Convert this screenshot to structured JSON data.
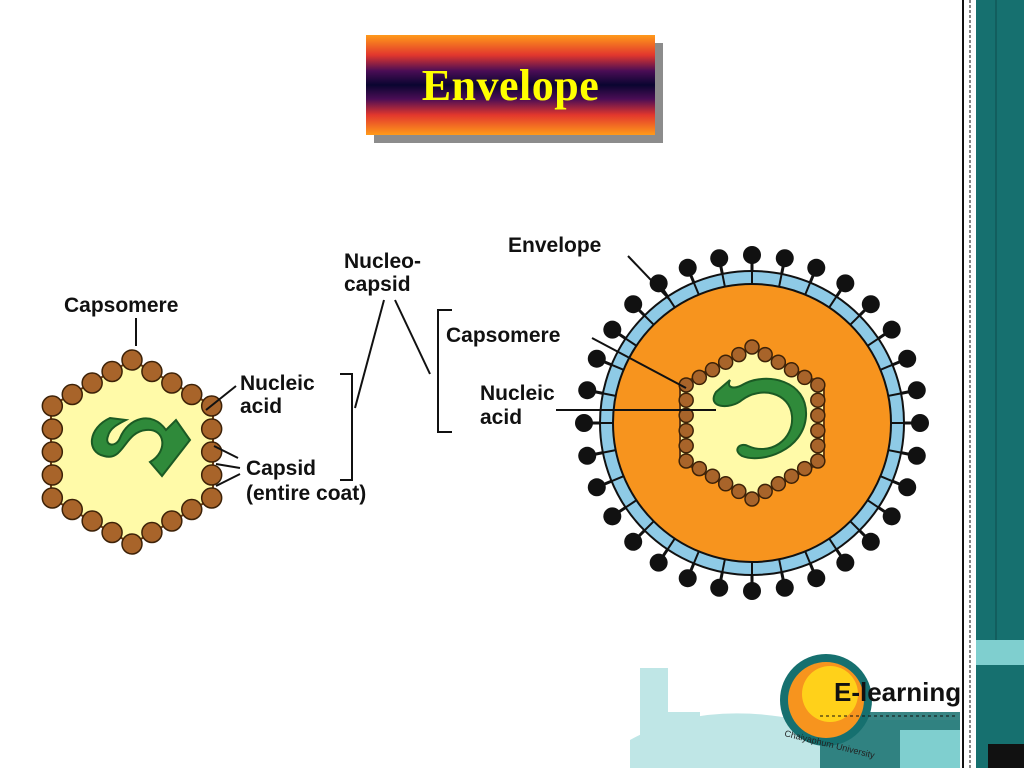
{
  "slide": {
    "title": "Envelope"
  },
  "diagram": {
    "left_virus": {
      "label_capsomere": "Capsomere",
      "label_nucleic_1": "Nucleic",
      "label_nucleic_2": "acid",
      "label_capsid_1": "Capsid",
      "label_capsid_2": "(entire coat)"
    },
    "nucleocapsid": {
      "line1": "Nucleo-",
      "line2": "capsid"
    },
    "right_virus": {
      "label_envelope": "Envelope",
      "label_capsomere": "Capsomere",
      "label_nucleic_1": "Nucleic",
      "label_nucleic_2": "acid"
    }
  },
  "footer": {
    "logo_text": "E-learning",
    "logo_sub": "Chaiyaphum University"
  },
  "colors": {
    "teal": "#16706f",
    "capsomere": "#a8642a",
    "nucleic": "#2f8a3a",
    "core_yellow": "#fffaa8",
    "orange": "#f7941e",
    "envelope_blue": "#8ecae6"
  }
}
